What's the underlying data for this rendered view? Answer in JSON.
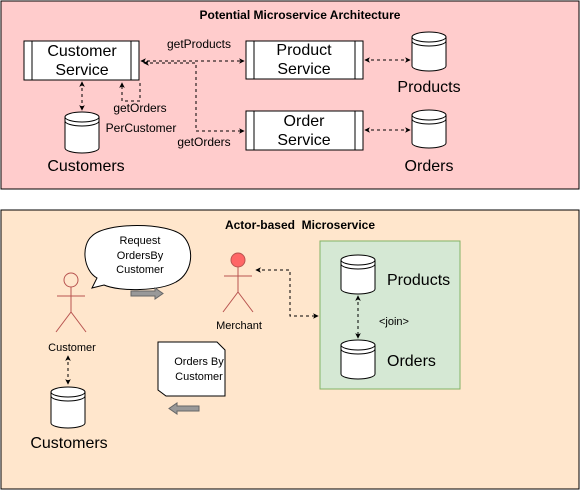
{
  "top_panel": {
    "title": "Potential Microservice Architecture",
    "fill": "#ffcccc",
    "nodes": {
      "customer_service": [
        "Customer",
        "Service"
      ],
      "product_service": [
        "Product",
        "Service"
      ],
      "order_service": [
        "Order",
        "Service"
      ],
      "customers_db": "Customers",
      "products_db": "Products",
      "orders_db": "Orders"
    },
    "edges": {
      "get_products": "getProducts",
      "get_orders": "getOrders",
      "get_orders_per_customer": [
        "getOrders",
        "PerCustomer"
      ]
    }
  },
  "bottom_panel": {
    "title": "Actor-based  Microservice",
    "fill": "#ffe6cc",
    "group_fill": "#d5e8d4",
    "actors": {
      "customer": "Customer",
      "merchant": "Merchant"
    },
    "request_bubble": [
      "Request",
      "OrdersBy",
      "Customer"
    ],
    "response_note": [
      "Orders By",
      "Customer"
    ],
    "stores": {
      "products": "Products",
      "orders": "Orders",
      "customers": "Customers"
    },
    "join_label": "<join>"
  },
  "colors": {
    "stroke": "#000000",
    "actor_head_fill": "#ff6666",
    "actor_stroke": "#b85450",
    "group_stroke": "#82b366",
    "arrow_fill": "#999999"
  }
}
